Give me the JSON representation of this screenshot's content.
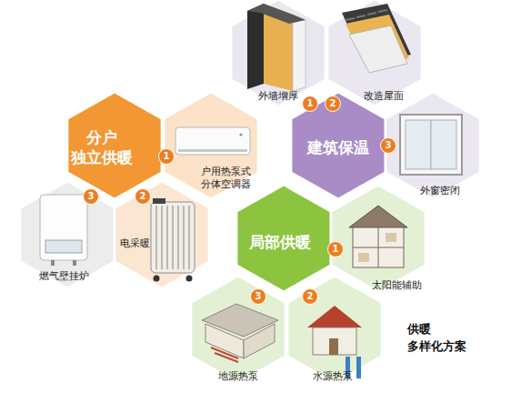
{
  "diagram": {
    "caption": "供暖 多样化方案",
    "nodes": [
      {
        "text": [
          "外墙增厚"
        ]
      },
      {
        "text": [
          "改造屋面"
        ]
      },
      {
        "text": [
          "分户 独立供暖"
        ]
      },
      {
        "text": [
          "户用热泵式 分体空调器"
        ]
      },
      {
        "text": [
          "建筑保温"
        ]
      },
      {
        "text": [
          "外窗密闭"
        ]
      },
      {
        "text": [
          "燃气壁挂炉"
        ]
      },
      {
        "text": [
          "电采暖"
        ]
      },
      {
        "text": [
          "局部供暖"
        ]
      },
      {
        "text": [
          "太阳能辅助"
        ]
      },
      {
        "text": [
          "地源热泵"
        ]
      },
      {
        "text": [
          "水源热泵"
        ]
      }
    ],
    "labels": [
      "1",
      "2",
      "1",
      "3",
      "3",
      "2",
      "1",
      "3",
      "2"
    ]
  }
}
